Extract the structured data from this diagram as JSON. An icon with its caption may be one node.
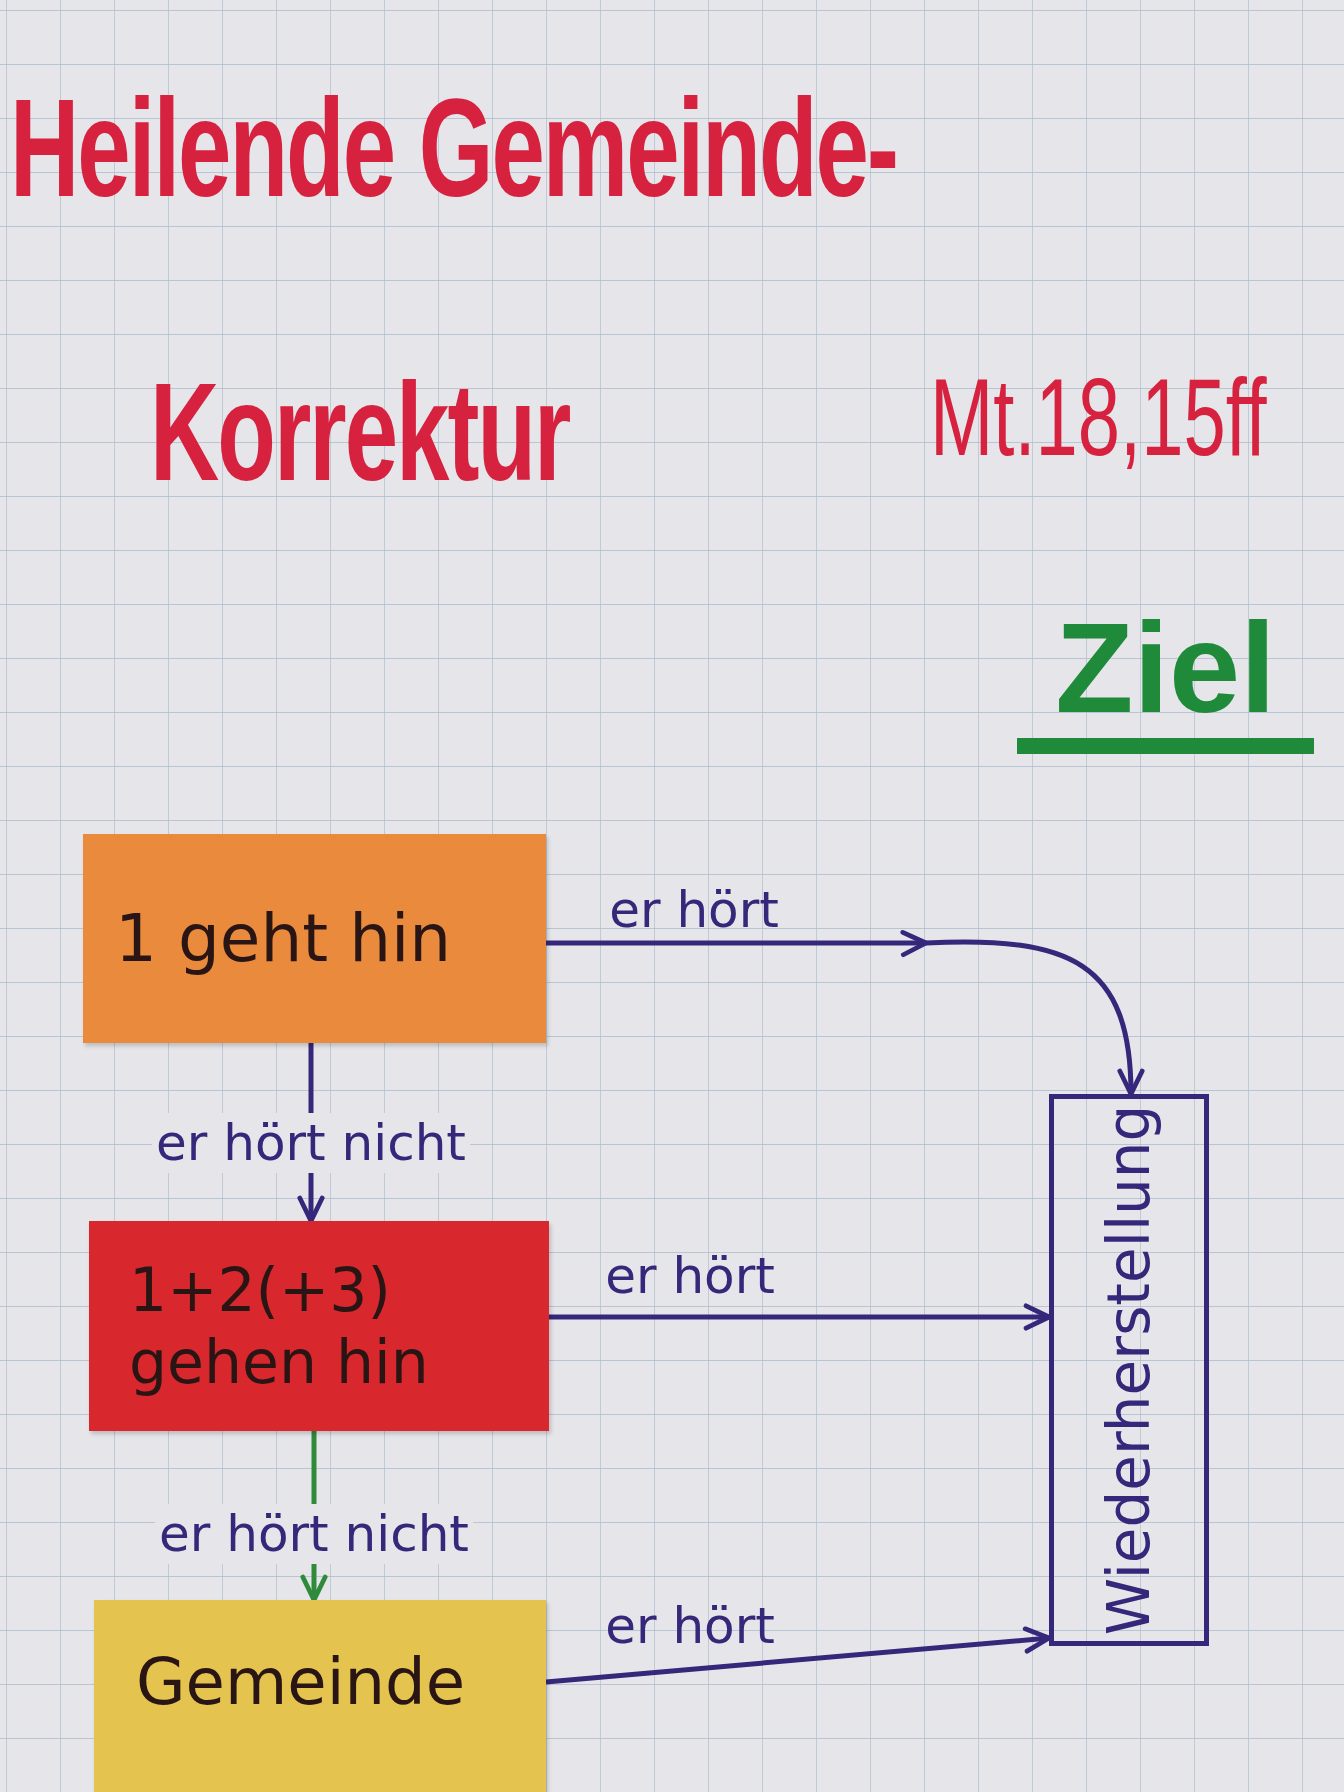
{
  "diagram": {
    "title": "Heilende Gemeinde- Korrektur",
    "nodes": [
      {
        "text": [
          "1 geht hin"
        ]
      },
      {
        "text": [
          "1+2(+3) gehen hin"
        ]
      },
      {
        "text": [
          "Gemeinde"
        ]
      },
      {
        "text": [
          "Wiederherstellung"
        ]
      }
    ],
    "edges": [
      {
        "from": 0,
        "to": 3,
        "arrow": "to",
        "label": "er hört"
      },
      {
        "from": 0,
        "to": 1,
        "arrow": "to",
        "label": "er hört nicht"
      },
      {
        "from": 1,
        "to": 3,
        "arrow": "to",
        "label": "er hört"
      },
      {
        "from": 1,
        "to": 2,
        "arrow": "to",
        "label": "er hört nicht",
        "color": "#2f8a3c"
      },
      {
        "from": 2,
        "to": 3,
        "arrow": "to",
        "label": "er hört"
      }
    ],
    "labels": [
      "Mt.18,15ff",
      "Ziel"
    ]
  }
}
